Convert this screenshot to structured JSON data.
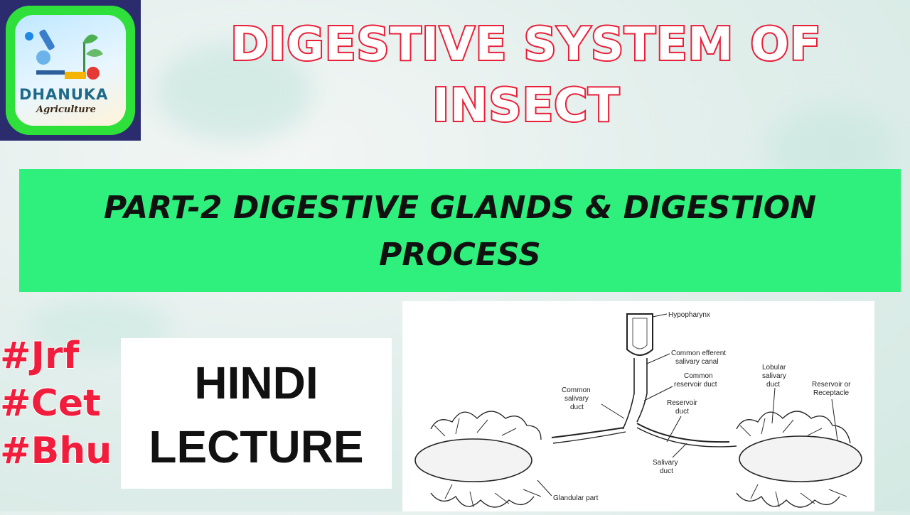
{
  "logo": {
    "brand": "DHANUKA",
    "sub": "Agriculture"
  },
  "title": {
    "line1": "DIGESTIVE SYSTEM OF",
    "line2": "INSECT"
  },
  "banner": {
    "line1": "PART-2  DIGESTIVE GLANDS & DIGESTION",
    "line2": "PROCESS"
  },
  "hashtags": [
    "#Jrf",
    "#Cet",
    "#Bhu"
  ],
  "lecture": {
    "line1": "HINDI",
    "line2": "LECTURE"
  },
  "diagram": {
    "labels": {
      "hypopharynx": "Hypopharynx",
      "common_efferent_1": "Common efferent",
      "common_efferent_2": "salivary canal",
      "common_reservoir_1": "Common",
      "common_reservoir_2": "reservoir duct",
      "common_salivary_1": "Common",
      "common_salivary_2": "salivary",
      "common_salivary_3": "duct",
      "reservoir_duct_1": "Reservoir",
      "reservoir_duct_2": "duct",
      "lobular_1": "Lobular",
      "lobular_2": "salivary",
      "lobular_3": "duct",
      "reservoir_receptacle_1": "Reservoir or",
      "reservoir_receptacle_2": "Receptacle",
      "salivary_duct_1": "Salivary",
      "salivary_duct_2": "duct",
      "glandular_part": "Glandular part"
    }
  },
  "colors": {
    "title_stroke": "#e8203a",
    "banner_bg": "#2ff07d",
    "hashtag": "#f01e3c",
    "logo_frame": "#2a2c6e",
    "logo_ring": "#2fe03a"
  }
}
